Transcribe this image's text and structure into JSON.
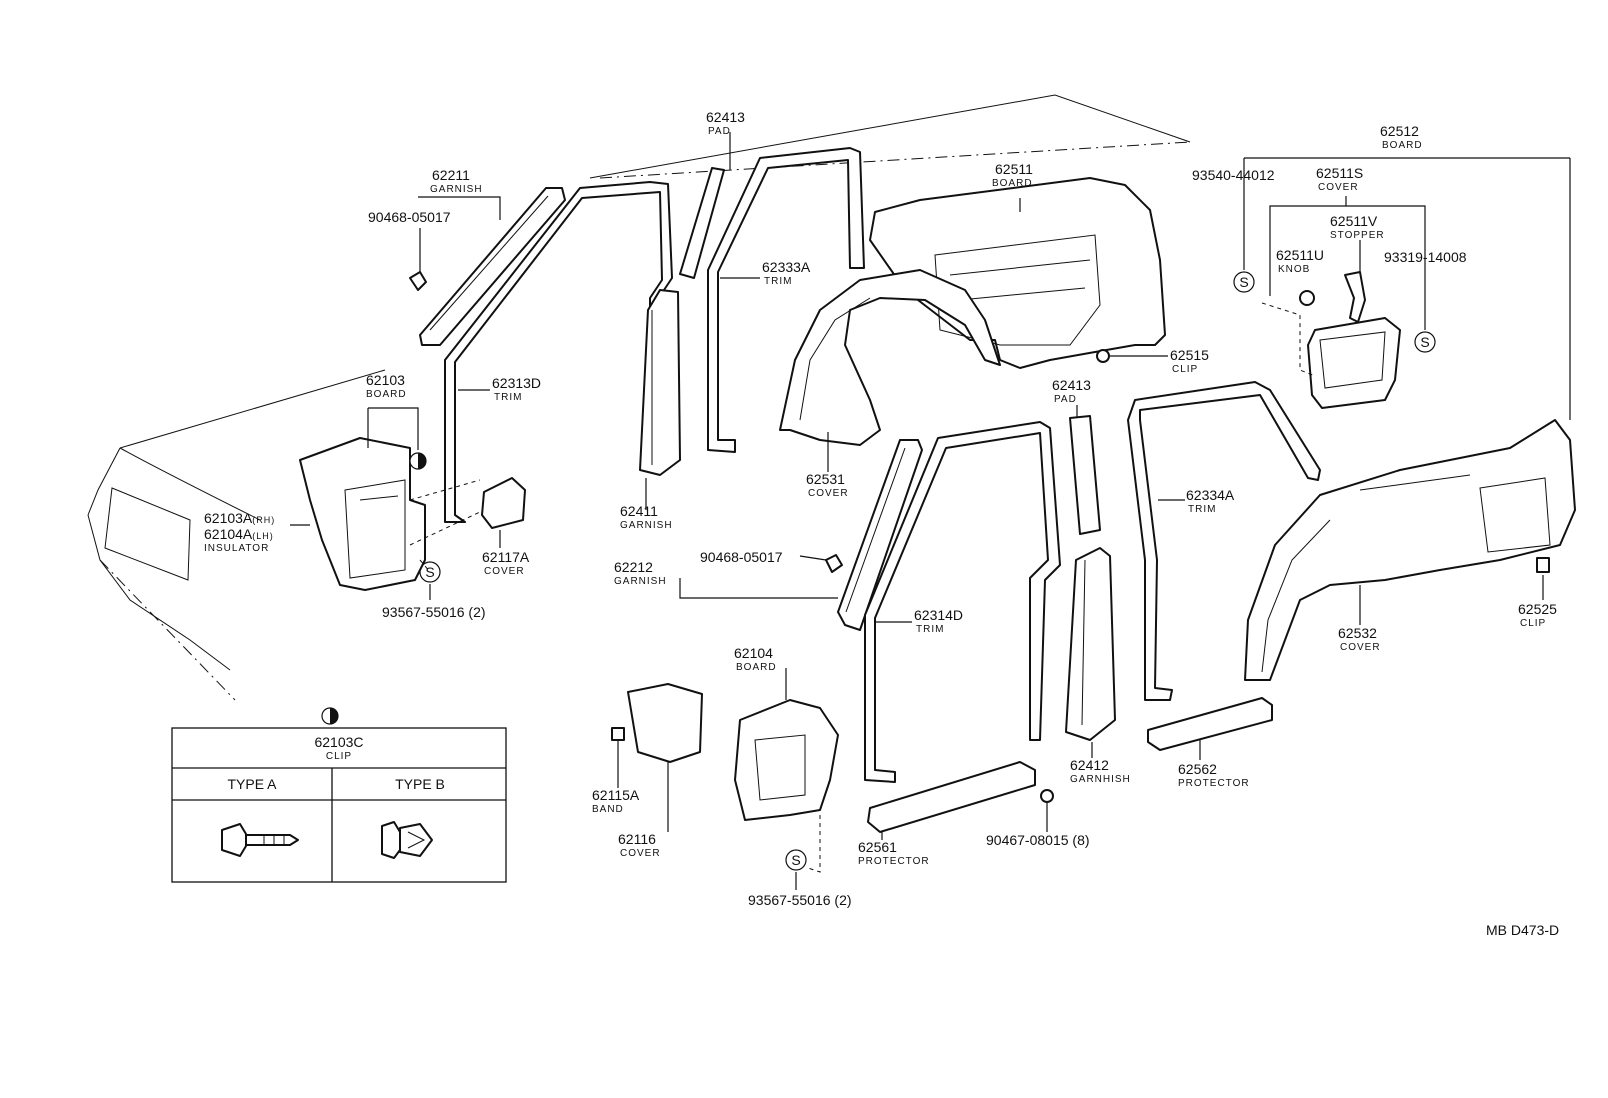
{
  "labels": {
    "p62211": {
      "num": "62211",
      "desc": "GARNISH"
    },
    "p90468a": {
      "num": "90468-05017"
    },
    "p62413a": {
      "num": "62413",
      "desc": "PAD"
    },
    "p62333A": {
      "num": "62333A",
      "desc": "TRIM"
    },
    "p62511": {
      "num": "62511",
      "desc": "BOARD"
    },
    "p62512": {
      "num": "62512",
      "desc": "BOARD"
    },
    "p93540": {
      "num": "93540-44012"
    },
    "p62511S": {
      "num": "62511S",
      "desc": "COVER"
    },
    "p62511V": {
      "num": "62511V",
      "desc": "STOPPER"
    },
    "p62511U": {
      "num": "62511U",
      "desc": "KNOB"
    },
    "p93319": {
      "num": "93319-14008"
    },
    "p62515": {
      "num": "62515",
      "desc": "CLIP"
    },
    "p62103": {
      "num": "62103",
      "desc": "BOARD"
    },
    "p62313D": {
      "num": "62313D",
      "desc": "TRIM"
    },
    "p62103A": {
      "num": "62103A",
      "suffix": "(RH)"
    },
    "p62104A": {
      "num": "62104A",
      "suffix": "(LH)",
      "desc": "INSULATOR"
    },
    "p62117A": {
      "num": "62117A",
      "desc": "COVER"
    },
    "p93567a": {
      "num": "93567-55016 (2)"
    },
    "p62411": {
      "num": "62411",
      "desc": "GARNISH"
    },
    "p62531": {
      "num": "62531",
      "desc": "COVER"
    },
    "p62413b": {
      "num": "62413",
      "desc": "PAD"
    },
    "p62334A": {
      "num": "62334A",
      "desc": "TRIM"
    },
    "p90468b": {
      "num": "90468-05017"
    },
    "p62212": {
      "num": "62212",
      "desc": "GARNISH"
    },
    "p62314D": {
      "num": "62314D",
      "desc": "TRIM"
    },
    "p62532": {
      "num": "62532",
      "desc": "COVER"
    },
    "p62525": {
      "num": "62525",
      "desc": "CLIP"
    },
    "p62104": {
      "num": "62104",
      "desc": "BOARD"
    },
    "p62115A": {
      "num": "62115A",
      "desc": "BAND"
    },
    "p62116": {
      "num": "62116",
      "desc": "COVER"
    },
    "p93567b": {
      "num": "93567-55016 (2)"
    },
    "p62561": {
      "num": "62561",
      "desc": "PROTECTOR"
    },
    "p90467": {
      "num": "90467-08015 (8)"
    },
    "p62412": {
      "num": "62412",
      "desc": "GARNHISH"
    },
    "p62562": {
      "num": "62562",
      "desc": "PROTECTOR"
    }
  },
  "symbols": {
    "s": "S"
  },
  "clip_table": {
    "part_num": "62103C",
    "desc": "CLIP",
    "type_a": "TYPE A",
    "type_b": "TYPE B"
  },
  "ref_code": "MB D473-D"
}
